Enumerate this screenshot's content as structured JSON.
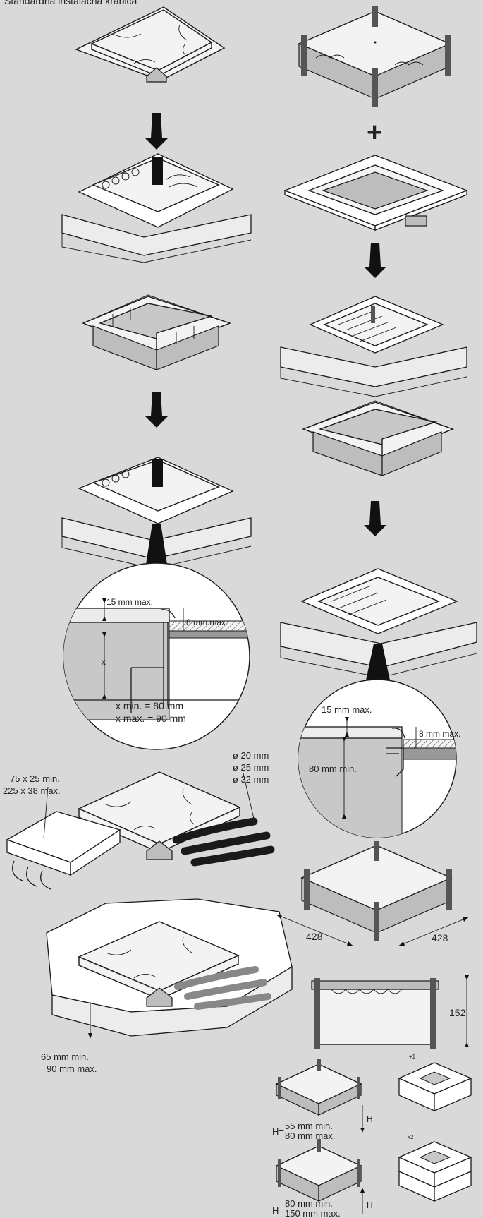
{
  "title": "Standardna instalačna krabica",
  "detail_left": {
    "screed_max": "15 mm max.",
    "lid_max": "8 mm max.",
    "x_symbol": "x",
    "x_min": "x min. = 80 mm",
    "x_max": "x max. = 90 mm"
  },
  "detail_right": {
    "screed_max": "15 mm max.",
    "lid_max": "8 mm max.",
    "depth_min": "80 mm min."
  },
  "plus_sign": "+",
  "duct": {
    "min": "75 x 25 min.",
    "max": "225 x 38 max."
  },
  "conduits": {
    "d20": "ø 20 mm",
    "d25": "ø 25 mm",
    "d32": "ø 32 mm"
  },
  "embed_depth": {
    "min": "65 mm min.",
    "max": "90 mm max."
  },
  "dimensions": {
    "width": "428",
    "depth": "428",
    "height": "152"
  },
  "ext1": {
    "badge": "+1",
    "h_symbol": "H",
    "prefix": "H=",
    "min": "55 mm min.",
    "max": "80 mm max."
  },
  "ext2": {
    "badge": "x2",
    "h_symbol": "H",
    "prefix": "H=",
    "min": "80 mm min.",
    "max": "150 mm max."
  }
}
